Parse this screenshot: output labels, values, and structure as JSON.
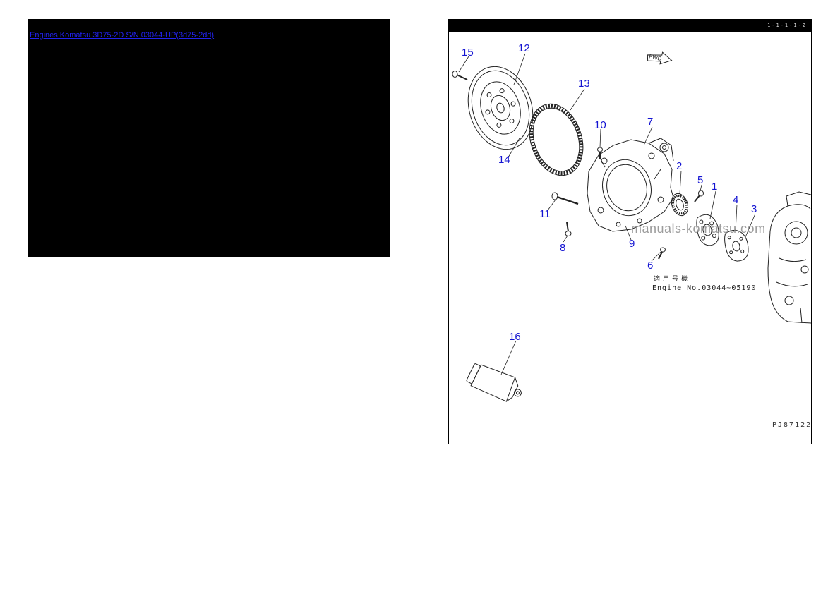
{
  "page": {
    "link_text": "Engines Komatsu 3D75-2D S/N 03044-UP(3d75-2dd)"
  },
  "panel": {
    "topbar_code": "1-1-1-1-2",
    "fwd_label": "FWD",
    "watermark": "manuals-komatsu.com",
    "applicable_machines_label": "適用号機",
    "engine_no_text": "Engine No.03044~05190",
    "drawing_number": "PJ87122"
  },
  "diagram": {
    "callouts": [
      "1",
      "2",
      "3",
      "4",
      "5",
      "6",
      "7",
      "8",
      "9",
      "10",
      "11",
      "12",
      "13",
      "14",
      "15",
      "16"
    ]
  },
  "colors": {
    "callout_blue": "#1414d2",
    "link_blue": "#2222ee",
    "watermark_gray": "#8b8b8b",
    "panel_border": "#000000",
    "panel_topbar": "#000000",
    "left_box_background": "#000000"
  }
}
